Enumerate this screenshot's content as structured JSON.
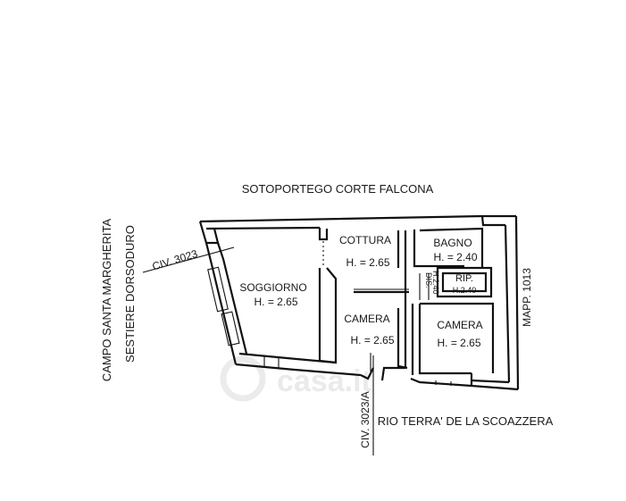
{
  "plan": {
    "streets": {
      "top": "SOTOPORTEGO CORTE FALCONA",
      "bottom": "RIO TERRA' DE LA SCOAZZERA",
      "left_line1": "CAMPO SANTA MARGHERITA",
      "left_line2": "SESTIERE DORSODURO",
      "right": "MAPP. 1013"
    },
    "civics": {
      "west": "CIV. 3023",
      "south": "CIV. 3023/A"
    },
    "rooms": [
      {
        "name": "SOGGIORNO",
        "height": "H. = 2.65"
      },
      {
        "name": "COTTURA",
        "height": "H. = 2.65"
      },
      {
        "name": "CAMERA",
        "height": "H. = 2.65"
      },
      {
        "name": "BAGNO",
        "height": "H. = 2.40"
      },
      {
        "name": "RIP.",
        "height": "H.2.40"
      },
      {
        "name": "DIS.",
        "height": "H.2.40"
      },
      {
        "name": "CAMERA",
        "height": "H. = 2.65"
      }
    ],
    "watermark": "casa.it"
  }
}
